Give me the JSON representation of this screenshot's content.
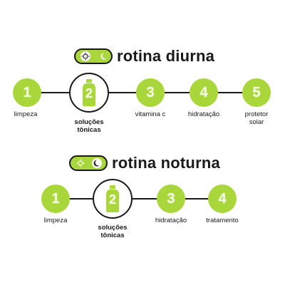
{
  "day": {
    "title": "rotina diurna",
    "steps": [
      {
        "number": "1",
        "label": "limpeza"
      },
      {
        "number": "2",
        "label": "soluções\ntônicas"
      },
      {
        "number": "3",
        "label": "vitamina c"
      },
      {
        "number": "4",
        "label": "hidratação"
      },
      {
        "number": "5",
        "label": "protetor\nsolar"
      }
    ]
  },
  "night": {
    "title": "rotina noturna",
    "steps": [
      {
        "number": "1",
        "label": "limpeza"
      },
      {
        "number": "2",
        "label": "soluções\ntônicas"
      },
      {
        "number": "3",
        "label": "hidratação"
      },
      {
        "number": "4",
        "label": "tratamento"
      }
    ]
  },
  "colors": {
    "accent": "#a9d63a",
    "ink": "#1a1a1a"
  },
  "icons": [
    "sun-icon",
    "moon-icon",
    "bottle-icon"
  ]
}
